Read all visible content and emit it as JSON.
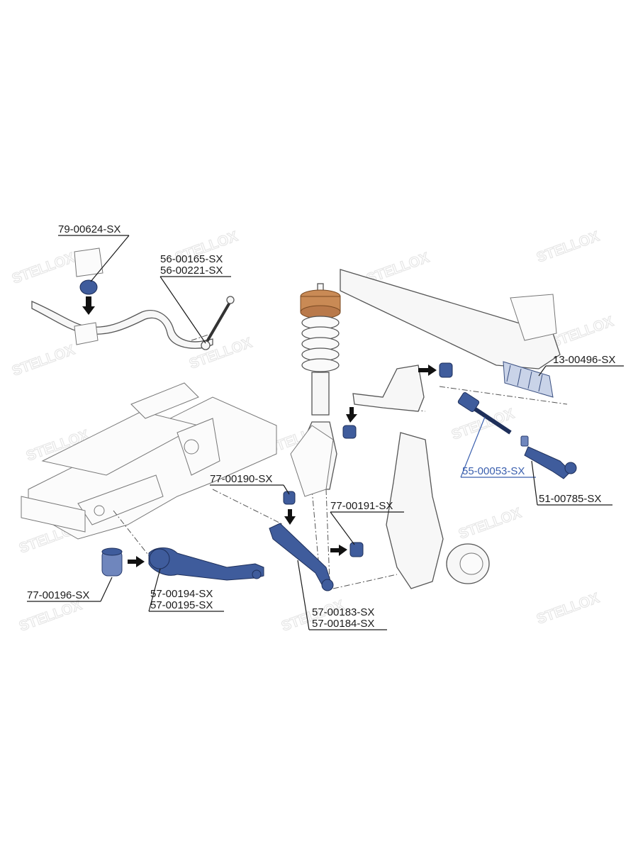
{
  "labels": {
    "p79_00624": "79-00624-SX",
    "p56_00165": "56-00165-SX",
    "p56_00221": "56-00221-SX",
    "p13_00496": "13-00496-SX",
    "p55_00053": "55-00053-SX",
    "p51_00785": "51-00785-SX",
    "p77_00190": "77-00190-SX",
    "p77_00191": "77-00191-SX",
    "p77_00196": "77-00196-SX",
    "p57_00194": "57-00194-SX",
    "p57_00195": "57-00195-SX",
    "p57_00183": "57-00183-SX",
    "p57_00184": "57-00184-SX"
  },
  "watermark": "STELLOX",
  "colors": {
    "part_blue": "#3f5c9c",
    "label_highlight": "#3a5fae",
    "spring_seat": "#c98a55"
  }
}
